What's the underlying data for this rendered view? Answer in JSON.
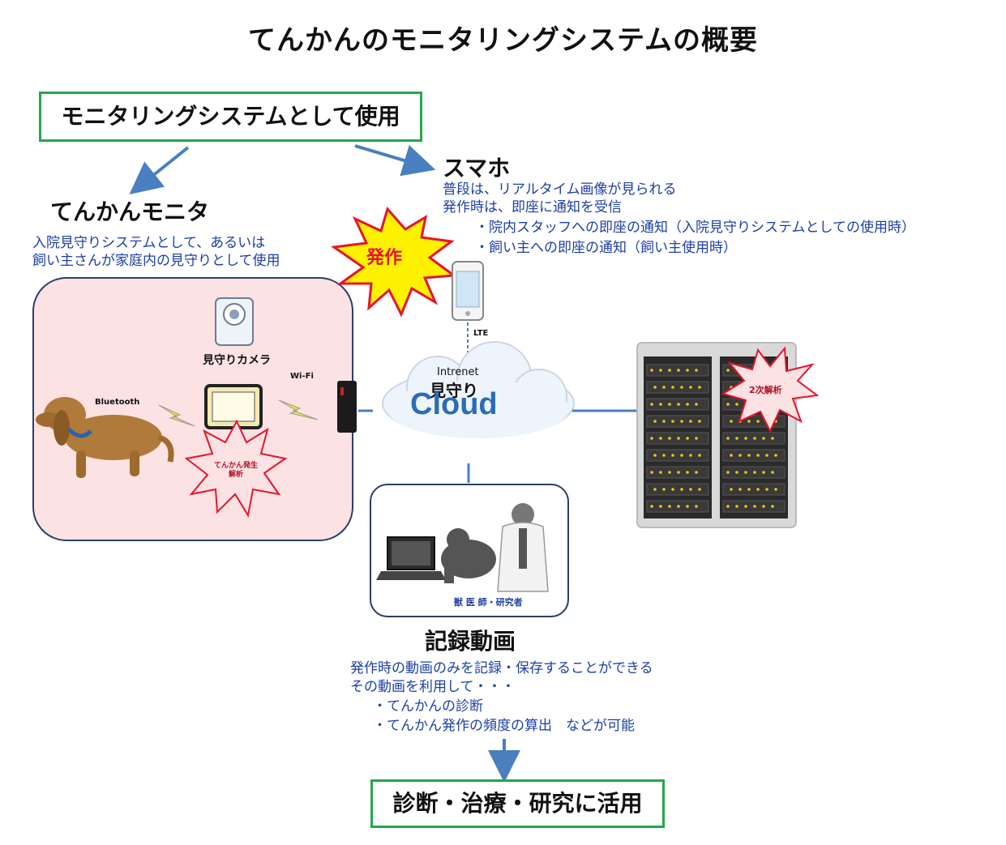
{
  "title": "てんかんのモニタリングシステムの概要",
  "usage_box": "モニタリングシステムとして使用",
  "monitor": {
    "heading": "てんかんモニタ",
    "desc": [
      "入院見守りシステムとして、あるいは",
      "飼い主さんが家庭内の見守りとして使用"
    ],
    "camera_label": "見守りカメラ",
    "bluetooth": "Bluetooth",
    "wifi": "Wi-Fi",
    "burst_label": [
      "てんかん発生",
      "解析"
    ]
  },
  "smartphone": {
    "heading": "スマホ",
    "lines": [
      "普段は、リアルタイム画像が見られる",
      "発作時は、即座に通知を受信"
    ],
    "bullets": [
      "・院内スタッフへの即座の通知（入院見守りシステムとしての使用時）",
      "・飼い主への即座の通知（飼い主使用時）"
    ],
    "seizure_burst": "発作",
    "lte": "LTE"
  },
  "cloud": {
    "internet": "Intrenet",
    "mimamori": "見守り",
    "cloud": "Cloud"
  },
  "server": {
    "burst_label": "2次解析"
  },
  "record": {
    "staff_label": "獣 医 師・研究者",
    "heading": "記録動画",
    "lines": [
      "発作時の動画のみを記録・保存することができる",
      "その動画を利用して・・・"
    ],
    "bullets": [
      "・てんかんの診断",
      "・てんかん発作の頻度の算出　などが可能"
    ]
  },
  "result_box": "診断・治療・研究に活用",
  "colors": {
    "green_border": "#22a84a",
    "blue_text": "#1d3fa8",
    "arrow": "#4a7fc0",
    "panel_pink": "#fde2e4",
    "burst_red": "#e8132b",
    "burst_yellow": "#fff200"
  }
}
